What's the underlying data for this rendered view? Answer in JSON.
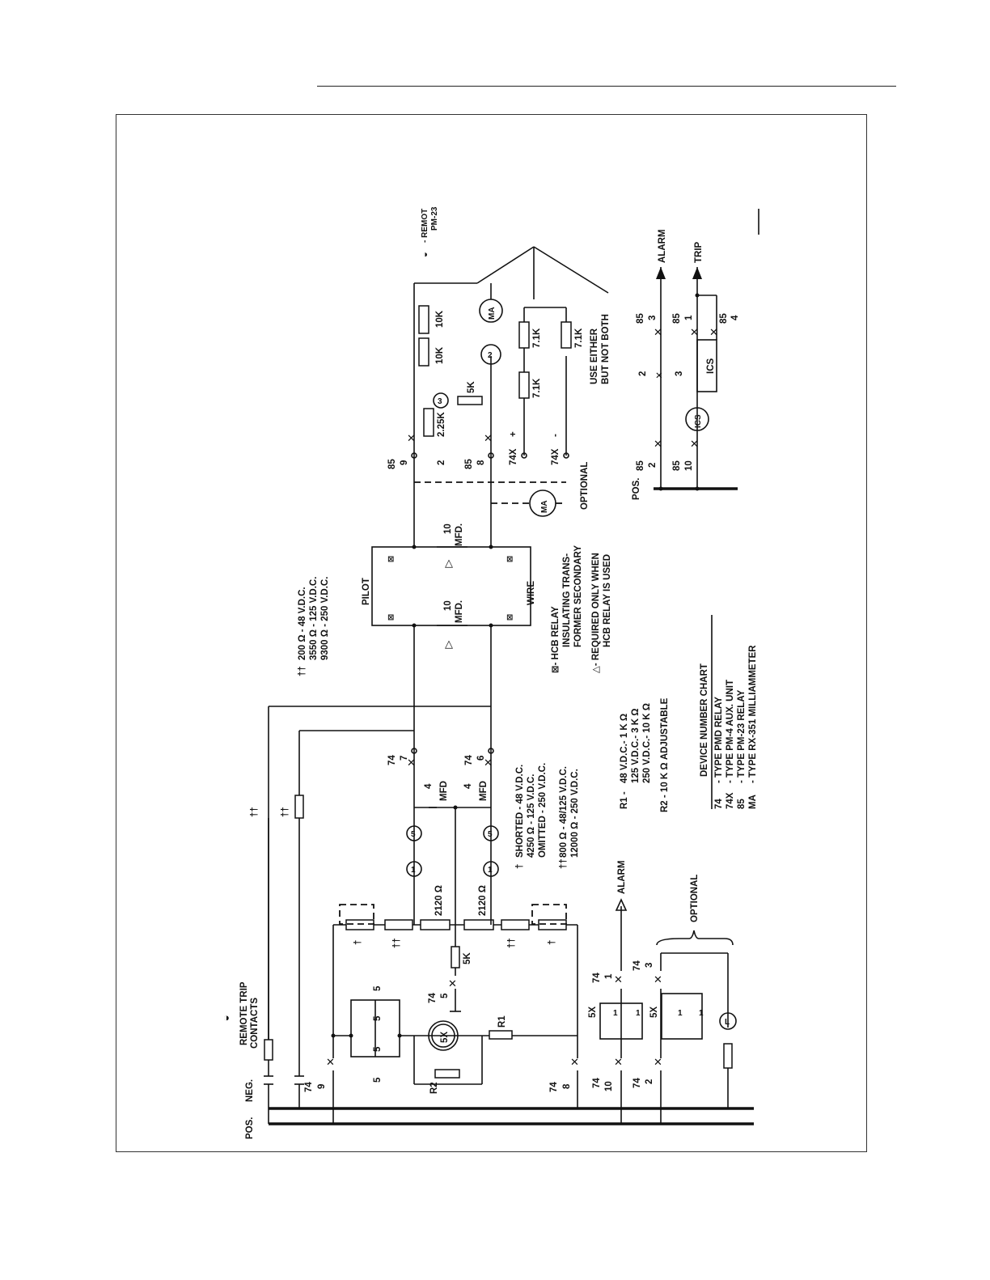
{
  "page": {
    "header_rule": true
  },
  "diagram": {
    "buses": {
      "pos": "POS.",
      "neg": "NEG.",
      "pos2": "POS."
    },
    "remote_trip": {
      "symbol": "◑",
      "line1": "REMOTE TRIP",
      "line2": "CONTACTS"
    },
    "remote_legend": {
      "symbol": "◑",
      "line1": "- REMOT",
      "line2": "PM-23"
    },
    "contacts": {
      "c74_9": [
        "74",
        "9"
      ],
      "c74_8": [
        "74",
        "8"
      ],
      "c74_10": [
        "74",
        "10"
      ],
      "c74_2": [
        "74",
        "2"
      ],
      "c74_5": [
        "74",
        "5"
      ],
      "c74_1": [
        "74",
        "1"
      ],
      "c74_3": [
        "74",
        "3"
      ],
      "c74_7": [
        "74",
        "7"
      ],
      "c74_6": [
        "74",
        "6"
      ],
      "c85_9": [
        "85",
        "9"
      ],
      "c85_8": [
        "85",
        "8"
      ],
      "c74x_p": [
        "74X",
        "+"
      ],
      "c74x_m": [
        "74X",
        "-"
      ],
      "c85_2": [
        "85",
        "2"
      ],
      "c85_10": [
        "85",
        "10"
      ],
      "c85_3": [
        "85",
        "3"
      ],
      "c85_1": [
        "85",
        "1"
      ],
      "c85_4": [
        "85",
        "4"
      ]
    },
    "components": {
      "r2": "R2",
      "r1": "R1",
      "coil_5x": "5X",
      "cap5": "5",
      "res_5k": "5K",
      "res_2120_a": "2120 Ω",
      "res_2120_b": "2120 Ω",
      "dagger": "†",
      "ddagger": "††",
      "circ1": "1",
      "circ5": "5",
      "cap4": "4",
      "mfd": "MFD",
      "cap10": "10",
      "mfd2": "MFD.",
      "pilot": "PILOT",
      "wire": "WIRE",
      "ma": "MA",
      "circ2": "2",
      "circ3": "3",
      "r10k": "10K",
      "r2_25k": "2.25K",
      "r5k": "5K",
      "r7_1k": "7.1K",
      "two": "2",
      "five_x": "5X",
      "one": "1",
      "lamp": "L",
      "ics": "ICS",
      "three": "3",
      "alarm": "ALARM",
      "trip": "TRIP",
      "optional": "OPTIONAL"
    },
    "notes": {
      "ddagger_table": {
        "symbol": "††",
        "rows": [
          "200 Ω - 48 V.D.C.",
          "3550 Ω - 125 V.D.C.",
          "9300 Ω - 250 V.D.C."
        ]
      },
      "dagger_table": {
        "symbol": "†",
        "rows": [
          "SHORTED - 48 V.D.C.",
          "4250 Ω - 125 V.D.C.",
          "OMITTED - 250 V.D.C."
        ]
      },
      "ddagger_table2": {
        "symbol": "††",
        "rows": [
          "800 Ω - 48/125 V.D.C.",
          "12000 Ω - 250 V.D.C."
        ]
      },
      "r1_table": {
        "label": "R1 -",
        "rows": [
          "48 V.D.C.- 1 K Ω",
          "125 V.D.C.- 3 K Ω",
          "250 V.D.C.- 10 K Ω"
        ]
      },
      "r2_note": "R2 - 10 K Ω ADJUSTABLE",
      "hcb_note": [
        "⊠- HCB RELAY",
        "INSULATING TRANS-",
        "FORMER SECONDARY"
      ],
      "delta_note": [
        "△- REQUIRED ONLY WHEN",
        "HCB RELAY IS USED"
      ],
      "use_either": [
        "USE EITHER",
        "BUT NOT BOTH"
      ],
      "optional_ma": "OPTIONAL"
    },
    "device_chart": {
      "title": "DEVICE NUMBER CHART",
      "rows": [
        [
          "74",
          "- TYPE PMD RELAY"
        ],
        [
          "74X",
          "- TYPE PM-4 AUX. UNIT"
        ],
        [
          "85",
          "- TYPE PM-23 RELAY"
        ],
        [
          "MA",
          "- TYPE RX-351 MILLIAMMETER"
        ]
      ]
    }
  }
}
